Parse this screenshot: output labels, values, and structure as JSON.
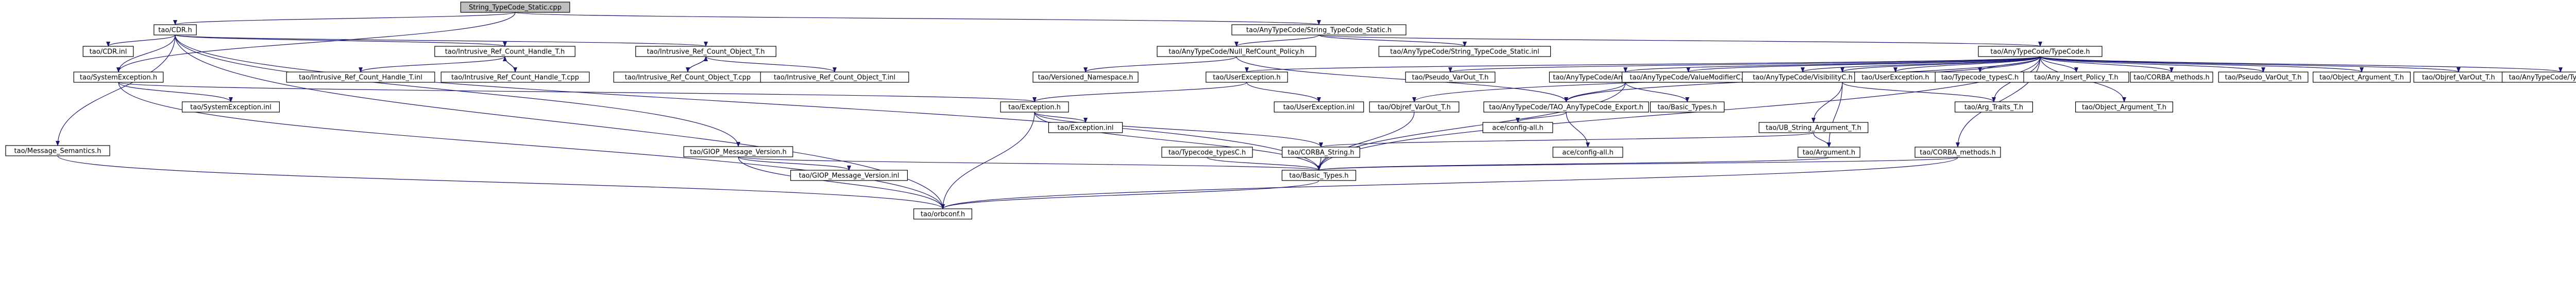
{
  "graph": {
    "colors": {
      "background": "#ffffff",
      "node_fill": "#ffffff",
      "root_fill": "#bfbfbf",
      "node_border": "#000000",
      "text_normal": "#000000",
      "text_missing": "#ff0000",
      "edge": "#191970"
    },
    "nodes": [
      {
        "id": "root",
        "label": "String_TypeCode_Static.cpp",
        "root": true
      },
      {
        "id": "corh",
        "label": "tao/CDR.h"
      },
      {
        "id": "anytc_static_h",
        "label": "tao/AnyTypeCode/String_TypeCode_Static.h"
      },
      {
        "id": "cdr_inl",
        "label": "tao/CDR.inl"
      },
      {
        "id": "intrusive_h",
        "label": "tao/Intrusive_Ref_Count_Handle_T.h"
      },
      {
        "id": "refobj_h",
        "label": "tao/Intrusive_Ref_Count_Object_T.h"
      },
      {
        "id": "syex_h",
        "label": "tao/SystemException.h"
      },
      {
        "id": "intrusive_inl",
        "label": "tao/Intrusive_Ref_Count_Handle_T.inl"
      },
      {
        "id": "intrusive_cpp",
        "label": "tao/Intrusive_Ref_Count_Handle_T.cpp"
      },
      {
        "id": "refobj_cpp",
        "label": "tao/Intrusive_Ref_Count_Object_T.cpp"
      },
      {
        "id": "refobj_inl",
        "label": "tao/Intrusive_Ref_Count_Object_T.inl"
      },
      {
        "id": "syex_inl",
        "label": "tao/SystemException.inl"
      },
      {
        "id": "msgsem",
        "label": "tao/Message_Semantics.h"
      },
      {
        "id": "giop_h",
        "label": "tao/GIOP_Message_Version.h"
      },
      {
        "id": "giop_inl",
        "label": "tao/GIOP_Message_Version.inl"
      },
      {
        "id": "nullref_h",
        "label": "tao/AnyTypeCode/Null_RefCount_Policy.h"
      },
      {
        "id": "static_inl",
        "label": "tao/AnyTypeCode/String_TypeCode_Static.inl"
      },
      {
        "id": "versioned_ns",
        "label": "tao/Versioned_Namespace.h"
      },
      {
        "id": "typecode_h",
        "label": "tao/AnyTypeCode/TypeCode.h"
      },
      {
        "id": "userex_h",
        "label": "tao/UserException.h"
      },
      {
        "id": "pseudo_var",
        "label": "tao/Pseudo_VarOut_T.h",
        "missing": true
      },
      {
        "id": "typecode_methods",
        "label": "tao/AnyTypeCode/AnyTypeCode_methods.h"
      },
      {
        "id": "any_insert",
        "label": "tao/Any_Insert_Policy_T.h",
        "missing": true
      },
      {
        "id": "tcvaluemod",
        "label": "tao/AnyTypeCode/ValueModifierC.h"
      },
      {
        "id": "visibility",
        "label": "tao/AnyTypeCode/VisibilityC.h"
      },
      {
        "id": "userex_h2",
        "label": "tao/UserException.h"
      },
      {
        "id": "typecode_typesc",
        "label": "tao/Typecode_typesC.h"
      },
      {
        "id": "any_insert_h",
        "label": "tao/Any_Insert_Policy_T.h"
      },
      {
        "id": "corba_methods_h",
        "label": "tao/CORBA_methods.h"
      },
      {
        "id": "pseudo_var_h",
        "label": "tao/Pseudo_VarOut_T.h"
      },
      {
        "id": "obj_arg_h",
        "label": "tao/Object_Argument_T.h"
      },
      {
        "id": "objref_var_h",
        "label": "tao/Objref_VarOut_T.h"
      },
      {
        "id": "anytc_typecode_inl",
        "label": "tao/AnyTypeCode/TypeCode.inl"
      },
      {
        "id": "userex_inl",
        "label": "tao/UserException.inl"
      },
      {
        "id": "objref_var",
        "label": "tao/Objref_VarOut_T.h",
        "missing": true
      },
      {
        "id": "tao_export",
        "label": "tao/AnyTypeCode/TAO_AnyTypeCode_Export.h"
      },
      {
        "id": "basic_types_h",
        "label": "tao/Basic_Types.h"
      },
      {
        "id": "ulb_string",
        "label": "tao/UB_String_Argument_T.h",
        "missing": true
      },
      {
        "id": "arg_traits",
        "label": "tao/Arg_Traits_T.h"
      },
      {
        "id": "obj_arg",
        "label": "tao/Object_Argument_T.h",
        "missing": true
      },
      {
        "id": "exception_h",
        "label": "tao/Exception.h"
      },
      {
        "id": "exception_inl",
        "label": "tao/Exception.inl"
      },
      {
        "id": "typecode_typesc2",
        "label": "tao/Typecode_typesC.h"
      },
      {
        "id": "corba_string",
        "label": "tao/CORBA_String.h",
        "missing": true
      },
      {
        "id": "ace_config",
        "label": "ace/config-all.h",
        "missing": true
      },
      {
        "id": "ace_config2",
        "label": "ace/config-all.h"
      },
      {
        "id": "argument_h",
        "label": "tao/Argument.h"
      },
      {
        "id": "corba_methods2",
        "label": "tao/CORBA_methods.h"
      },
      {
        "id": "basic_types",
        "label": "tao/Basic_Types.h"
      },
      {
        "id": "orbconf",
        "label": "tao/orbconf.h"
      }
    ]
  }
}
